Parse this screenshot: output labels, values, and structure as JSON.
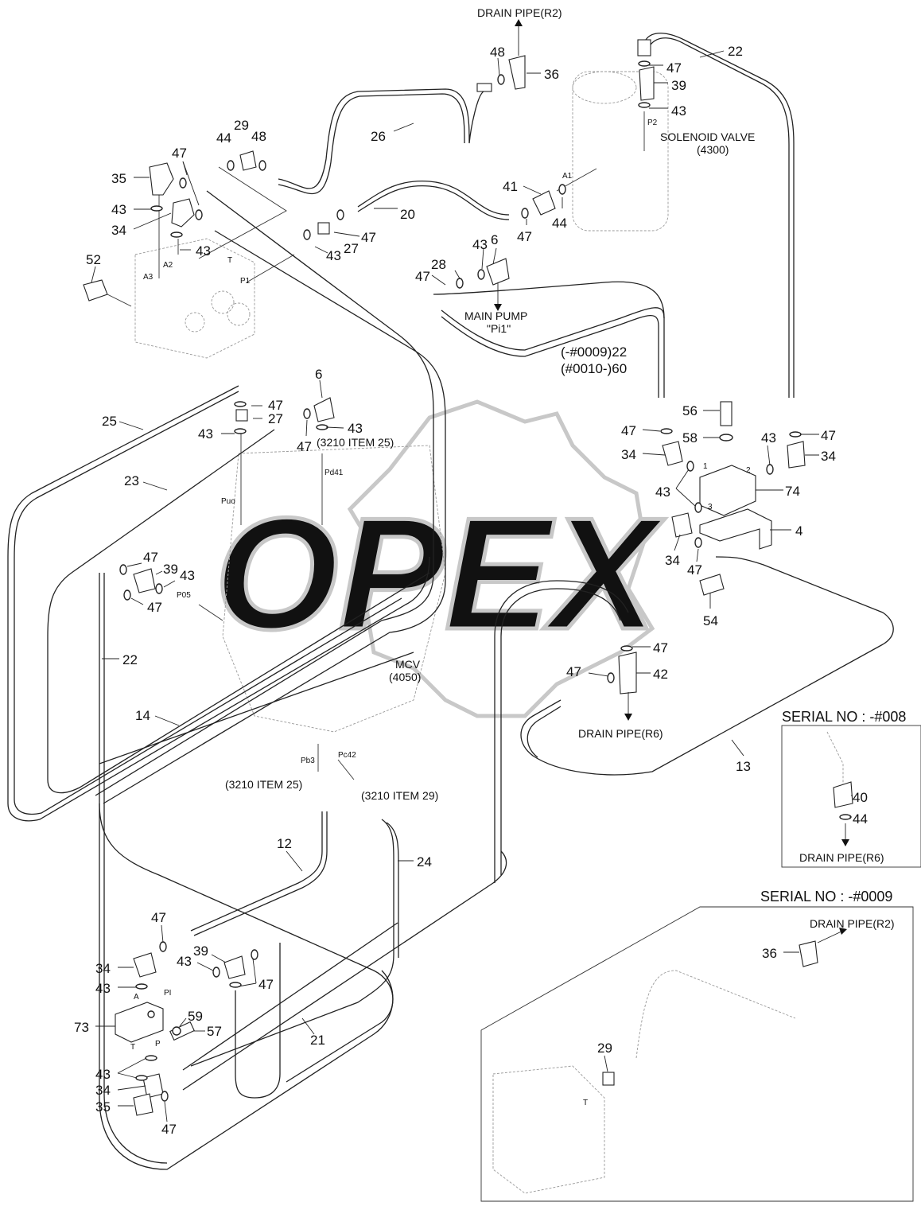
{
  "callouts": {
    "drain_r2_top": "DRAIN PIPE(R2)",
    "solenoid_valve": "SOLENOID VALVE",
    "solenoid_code": "(4300)",
    "main_pump": "MAIN PUMP",
    "main_pump_port": "\"Pi1\"",
    "serial_22": "(-#0009)22",
    "serial_60": "(#0010-)60",
    "item25_a": "(3210 ITEM 25)",
    "item25_b": "(3210 ITEM 25)",
    "item29": "(3210 ITEM 29)",
    "mcv": "MCV",
    "mcv_code": "(4050)",
    "drain_r6": "DRAIN PIPE(R6)",
    "drain_r6_inset": "DRAIN PIPE(R6)",
    "drain_r2_inset": "DRAIN PIPE(R2)",
    "serial_inset1": "SERIAL NO : -#008",
    "serial_inset2": "SERIAL NO : -#0009"
  },
  "port_labels": {
    "a1": "A1",
    "a2": "A2",
    "a3": "A3",
    "t_top": "T",
    "p1": "P1",
    "p2": "P2",
    "pd41": "Pd41",
    "puo": "Puo",
    "p05": "P05",
    "pb3": "Pb3",
    "pc42": "Pc42",
    "port_1": "1",
    "port_2": "2",
    "port_3": "3",
    "a_blk": "A",
    "pi_blk": "PI",
    "t_blk": "T",
    "p_blk": "P",
    "t_inset": "T"
  },
  "part_numbers": {
    "n48a": "48",
    "n36a": "36",
    "n22a": "22",
    "n47a": "47",
    "n39a": "39",
    "n43a": "43",
    "n26": "26",
    "n29a": "29",
    "n44a": "44",
    "n48b": "48",
    "n47b": "47",
    "n35a": "35",
    "n43b": "43",
    "n34a": "34",
    "n43c": "43",
    "n52": "52",
    "n20": "20",
    "n47c": "47",
    "n43d": "43",
    "n27a": "27",
    "n41": "41",
    "n47d": "47",
    "n44b": "44",
    "n43e": "43",
    "n6a": "6",
    "n28": "28",
    "n47e": "47",
    "n6b": "6",
    "n47f": "47",
    "n27b": "27",
    "n43f": "43",
    "n47g": "47",
    "n43g": "43",
    "n25": "25",
    "n23": "23",
    "n47h": "47",
    "n39b": "39",
    "n43h": "43",
    "n47i": "47",
    "n22b": "22",
    "n14": "14",
    "n56": "56",
    "n47j": "47",
    "n58": "58",
    "n43i": "43",
    "n47k": "47",
    "n34b": "34",
    "n34c": "34",
    "n43j": "43",
    "n74": "74",
    "n4": "4",
    "n34d": "34",
    "n47l": "47",
    "n54": "54",
    "n47m": "47",
    "n47n": "47",
    "n42": "42",
    "n13": "13",
    "n40": "40",
    "n44c": "44",
    "n12": "12",
    "n24": "24",
    "n47o": "47",
    "n34e": "34",
    "n43k": "43",
    "n39c": "39",
    "n43l": "43",
    "n47p": "47",
    "n73": "73",
    "n59": "59",
    "n57": "57",
    "n21": "21",
    "n43m": "43",
    "n34f": "34",
    "n35b": "35",
    "n47q": "47",
    "n36b": "36",
    "n29b": "29"
  },
  "watermark": "OPEX"
}
